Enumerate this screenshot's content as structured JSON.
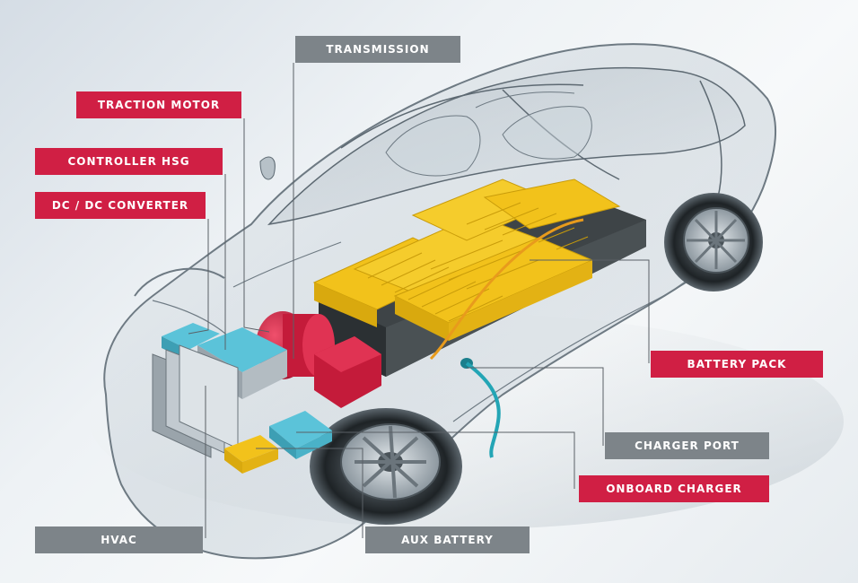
{
  "colors": {
    "red_label": "#d01f44",
    "gray_label": "#7d8489",
    "leader_line": "#5a6066",
    "battery_cell": "#f2c21b",
    "battery_base": "#3e4447",
    "motor": "#d0213f",
    "cooling_cyan": "#5bc3d9",
    "charger_cable": "#23a5b5"
  },
  "labels": {
    "transmission": "TRANSMISSION",
    "traction_motor": "TRACTION MOTOR",
    "controller_hsg": "CONTROLLER HSG",
    "dc_dc_converter": "DC / DC CONVERTER",
    "battery_pack": "BATTERY PACK",
    "charger_port": "CHARGER PORT",
    "onboard_charger": "ONBOARD CHARGER",
    "hvac": "HVAC",
    "aux_battery": "AUX BATTERY"
  }
}
